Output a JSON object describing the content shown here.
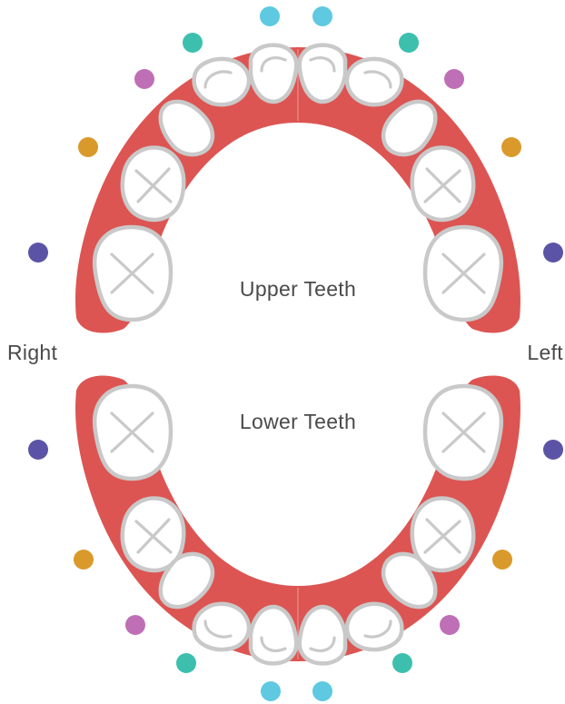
{
  "labels": {
    "upper": "Upper Teeth",
    "lower": "Lower Teeth",
    "right": "Right",
    "left": "Left"
  },
  "colors": {
    "gum": "#dc5552",
    "tooth_fill": "#ffffff",
    "tooth_outline": "#c9c9c9",
    "central_incisor": "#5ec9e0",
    "lateral_incisor": "#3dbfae",
    "canine": "#bf6fb6",
    "first_molar": "#d99a2b",
    "second_molar": "#5b54a6",
    "label_text": "#4a4a4a"
  }
}
